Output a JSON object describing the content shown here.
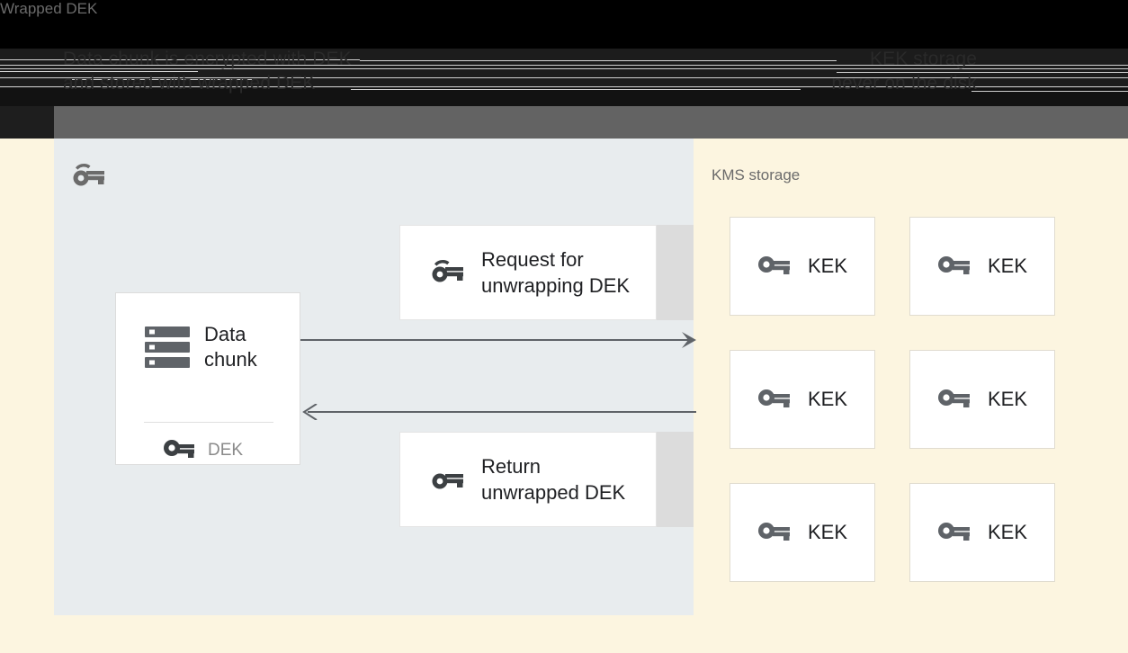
{
  "header": {
    "caption_left_line1": "Data chunk is encrypted with DEK",
    "caption_left_line2": "and stored with wrapped DEK",
    "caption_right_line1": "KEK storage",
    "caption_right_line2": "never on the disk"
  },
  "left_panel": {
    "title": "Wrapped DEK",
    "title_icon": "wrapped-key-icon",
    "data_card": {
      "icon": "server-stack-icon",
      "label": "Data\nchunk",
      "key_icon": "key-icon",
      "key_label": "DEK"
    },
    "messages": [
      {
        "icon": "wrapped-key-icon",
        "text": "Request for\nunwrapping DEK"
      },
      {
        "icon": "key-icon",
        "text": "Return\nunwrapped DEK"
      }
    ],
    "arrows": [
      {
        "name": "request-arrow",
        "direction": "right"
      },
      {
        "name": "return-arrow",
        "direction": "left"
      }
    ]
  },
  "right_panel": {
    "title": "KMS storage",
    "keys": [
      {
        "icon": "key-icon",
        "label": "KEK"
      },
      {
        "icon": "key-icon",
        "label": "KEK"
      },
      {
        "icon": "key-icon",
        "label": "KEK"
      },
      {
        "icon": "key-icon",
        "label": "KEK"
      },
      {
        "icon": "key-icon",
        "label": "KEK"
      },
      {
        "icon": "key-icon",
        "label": "KEK"
      }
    ]
  },
  "colors": {
    "canvas_cream": "#fcf5e0",
    "panel_gray": "#e8ecee",
    "card_white": "#ffffff",
    "card_shadow": "#dcdcdc",
    "icon_gray": "#5f6368",
    "text_dark": "#202124",
    "text_muted": "#6b6b6b",
    "header_band": "#636363"
  }
}
